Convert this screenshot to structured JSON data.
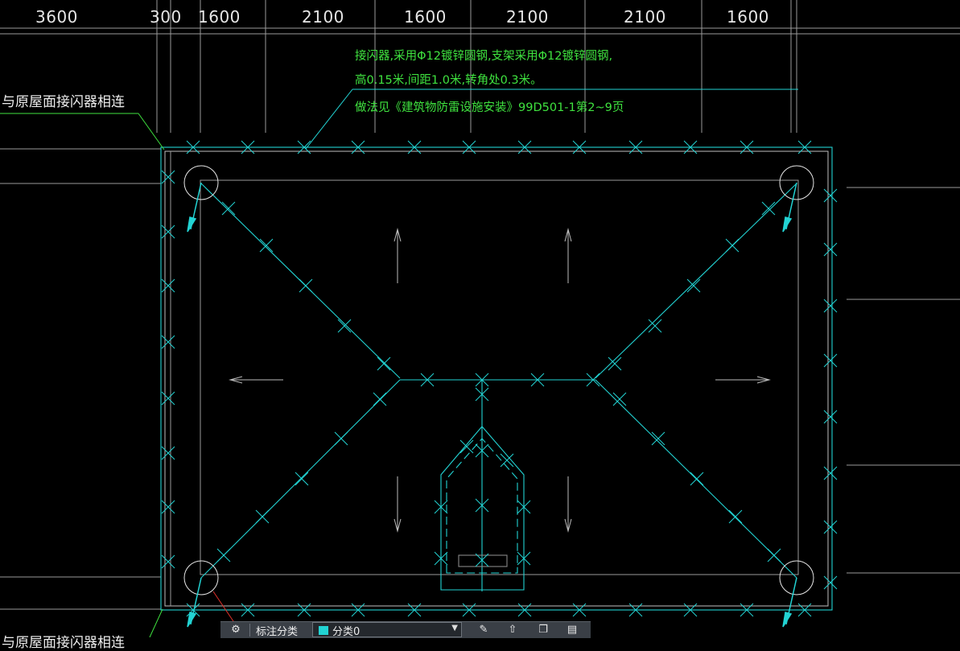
{
  "dimensions": {
    "d1": "3600",
    "d2": "300",
    "d3": "1600",
    "d4": "2100",
    "d5": "1600",
    "d6": "2100",
    "d7": "2100",
    "d8": "1600"
  },
  "notes": {
    "line1": "接闪器,采用Φ12镀锌圆钢,支架采用Φ12镀锌圆钢,",
    "line2": "高0.15米,间距1.0米,转角处0.3米。",
    "line3": "做法见《建筑物防雷设施安装》99D501-1第2~9页"
  },
  "callouts": {
    "top": "与原屋面接闪器相连",
    "bottom": "与原屋面接闪器相连"
  },
  "toolbar": {
    "annotation_label": "标注分类",
    "layer_value": "分类0"
  },
  "colors": {
    "cyan": "#22d3d3",
    "grid": "#9a9a9a",
    "note_green": "#3fe23f",
    "leader_green": "#3fe23f",
    "leader_red": "#e0302a"
  }
}
